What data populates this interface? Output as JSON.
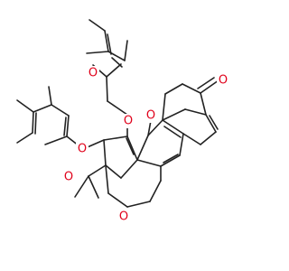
{
  "colors": {
    "bond": "#222222",
    "oxygen": "#e0001a",
    "background": "#ffffff"
  },
  "labels": {
    "o_carbonyl_top": "O",
    "o_ester_top": "O",
    "o_carbonyl_lactone": "O",
    "o_ring_lactone": "O",
    "o_ester_left": "O",
    "o_carbonyl_left": "O",
    "o_ring_pyran": "O"
  }
}
